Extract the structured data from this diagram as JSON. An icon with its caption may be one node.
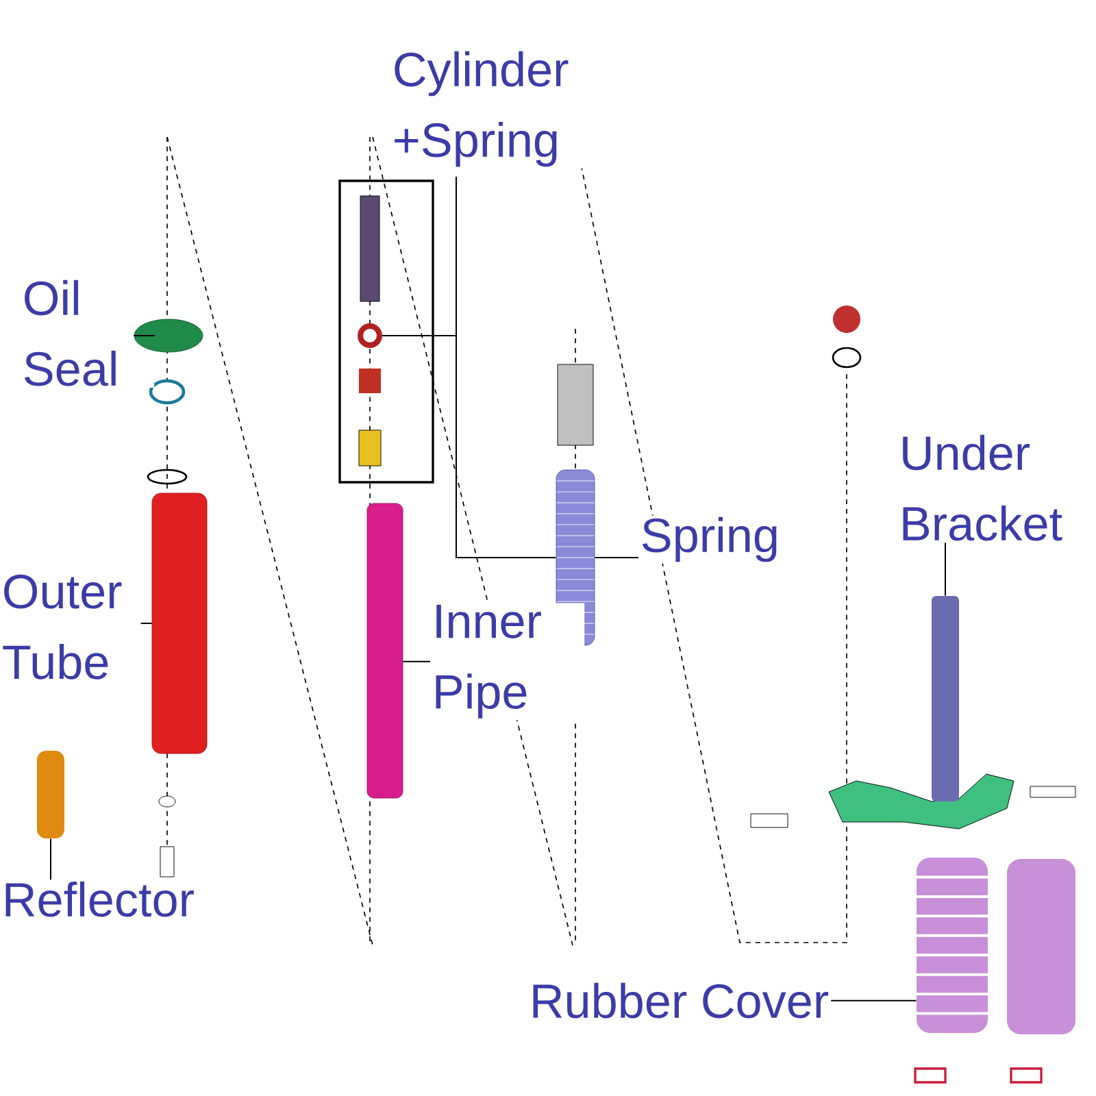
{
  "diagram": {
    "nodes": [
      {
        "text": [
          "Cylinder +Spring"
        ]
      },
      {
        "text": [
          "Oil Seal"
        ]
      },
      {
        "text": [],
        "shape": "box"
      },
      {
        "text": [],
        "shape": "circle",
        "in": 2
      },
      {
        "text": [],
        "shape": "circle"
      },
      {
        "text": [
          "Spring"
        ]
      },
      {
        "text": [
          "Under Bracket"
        ]
      },
      {
        "text": [],
        "shape": "picture"
      },
      {
        "text": [
          "Outer Tube"
        ]
      },
      {
        "text": [],
        "shape": "bar"
      },
      {
        "text": [
          "Inner Pipe"
        ]
      },
      {
        "text": [],
        "shape": "bar"
      },
      {
        "text": [],
        "shape": "picture"
      },
      {
        "text": [],
        "shape": "bar"
      },
      {
        "text": [
          "Reflector"
        ]
      },
      {
        "text": [
          "Rubber Cover"
        ]
      },
      {
        "text": [],
        "shape": "picture"
      }
    ],
    "edges": [
      {
        "from": 0,
        "to": 3,
        "arrow": "none"
      },
      {
        "from": 0,
        "to": 7,
        "arrow": "none"
      },
      {
        "from": 1,
        "to": 4,
        "arrow": "none"
      },
      {
        "from": 5,
        "to": 7,
        "arrow": "none"
      },
      {
        "from": 6,
        "to": 12,
        "arrow": "none"
      },
      {
        "from": 8,
        "to": 9,
        "arrow": "none"
      },
      {
        "from": 10,
        "to": 11,
        "arrow": "none"
      },
      {
        "from": 14,
        "to": 13,
        "arrow": "none"
      },
      {
        "from": 15,
        "to": 16,
        "arrow": "none"
      }
    ]
  }
}
